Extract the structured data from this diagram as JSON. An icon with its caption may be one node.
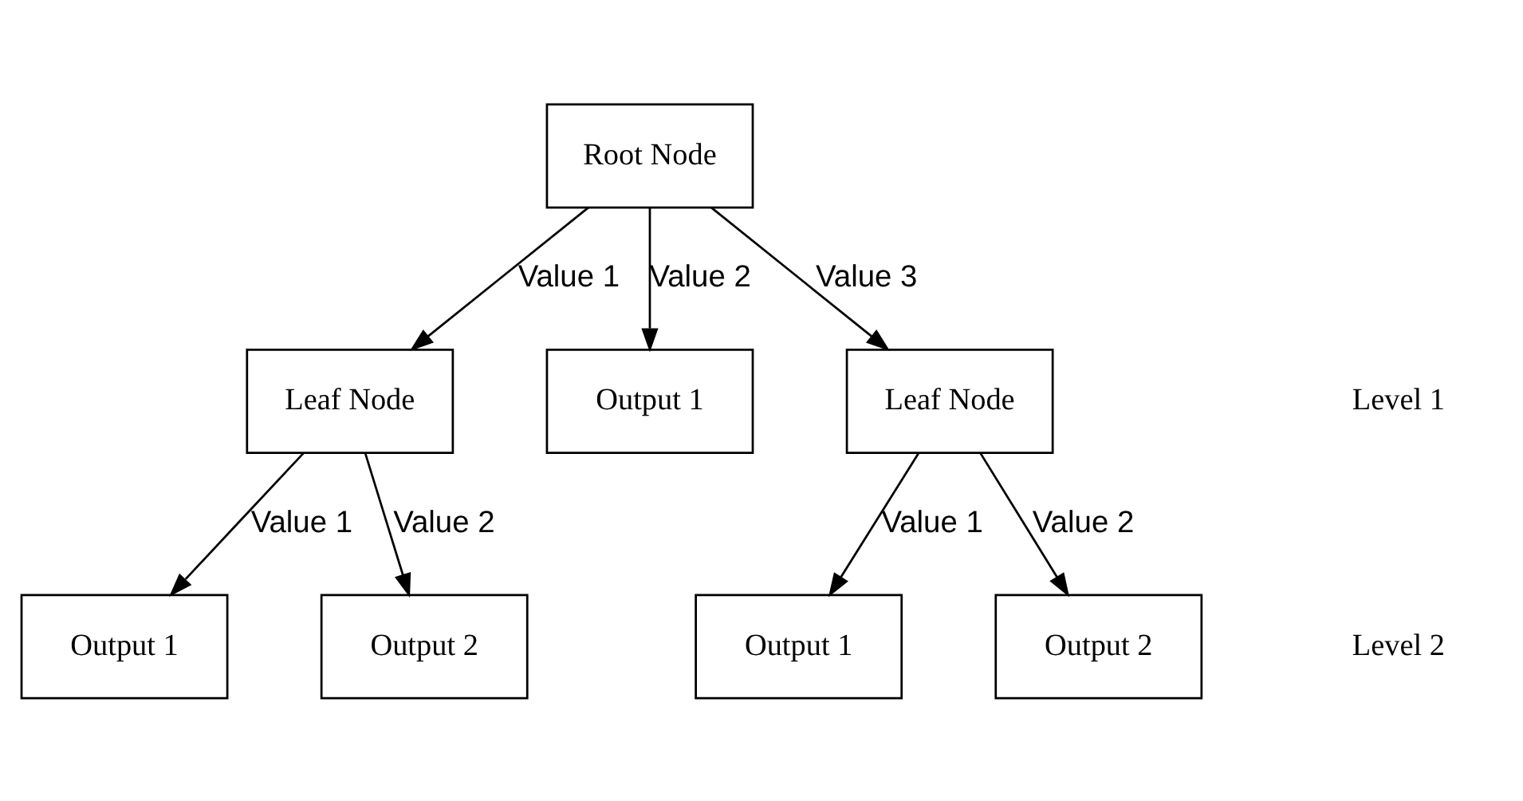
{
  "diagram": {
    "nodes": [
      {
        "text": [
          "Root Node"
        ]
      },
      {
        "text": [
          "Leaf Node"
        ]
      },
      {
        "text": [
          "Output 1"
        ]
      },
      {
        "text": [
          "Leaf Node"
        ]
      },
      {
        "text": [
          "Output 1"
        ]
      },
      {
        "text": [
          "Output 2"
        ]
      },
      {
        "text": [
          "Output 1"
        ]
      },
      {
        "text": [
          "Output 2"
        ]
      }
    ],
    "edges": [
      {
        "from": 0,
        "to": 1,
        "arrow": "to",
        "label": "Value 1"
      },
      {
        "from": 0,
        "to": 2,
        "arrow": "to",
        "label": "Value 2"
      },
      {
        "from": 0,
        "to": 3,
        "arrow": "to",
        "label": "Value 3"
      },
      {
        "from": 1,
        "to": 4,
        "arrow": "to",
        "label": "Value 1"
      },
      {
        "from": 1,
        "to": 5,
        "arrow": "to",
        "label": "Value 2"
      },
      {
        "from": 3,
        "to": 6,
        "arrow": "to",
        "label": "Value 1"
      },
      {
        "from": 3,
        "to": 7,
        "arrow": "to",
        "label": "Value 2"
      }
    ],
    "labels": [
      "Level 1",
      "Level 2"
    ]
  }
}
